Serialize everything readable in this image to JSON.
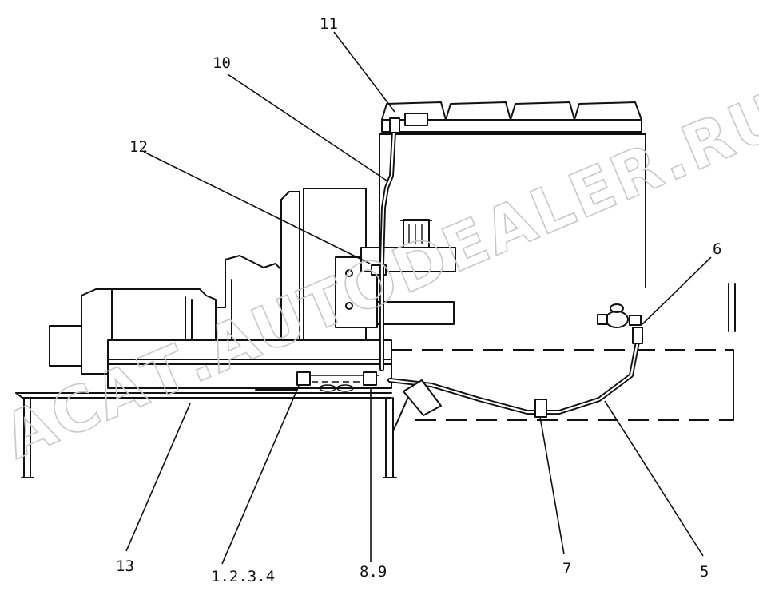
{
  "diagram": {
    "callouts": [
      {
        "id": "callout-11",
        "label": "11"
      },
      {
        "id": "callout-10",
        "label": "10"
      },
      {
        "id": "callout-12",
        "label": "12"
      },
      {
        "id": "callout-6",
        "label": "6"
      },
      {
        "id": "callout-13",
        "label": "13"
      },
      {
        "id": "callout-1234",
        "label": "1.2.3.4"
      },
      {
        "id": "callout-89",
        "label": "8.9"
      },
      {
        "id": "callout-7",
        "label": "7"
      },
      {
        "id": "callout-5",
        "label": "5"
      }
    ],
    "watermark": "АСАТ.AUTODEALER.RU",
    "colors": {
      "ink": "#111111",
      "paper": "#ffffff",
      "watermark": "#c9c9c9"
    }
  }
}
